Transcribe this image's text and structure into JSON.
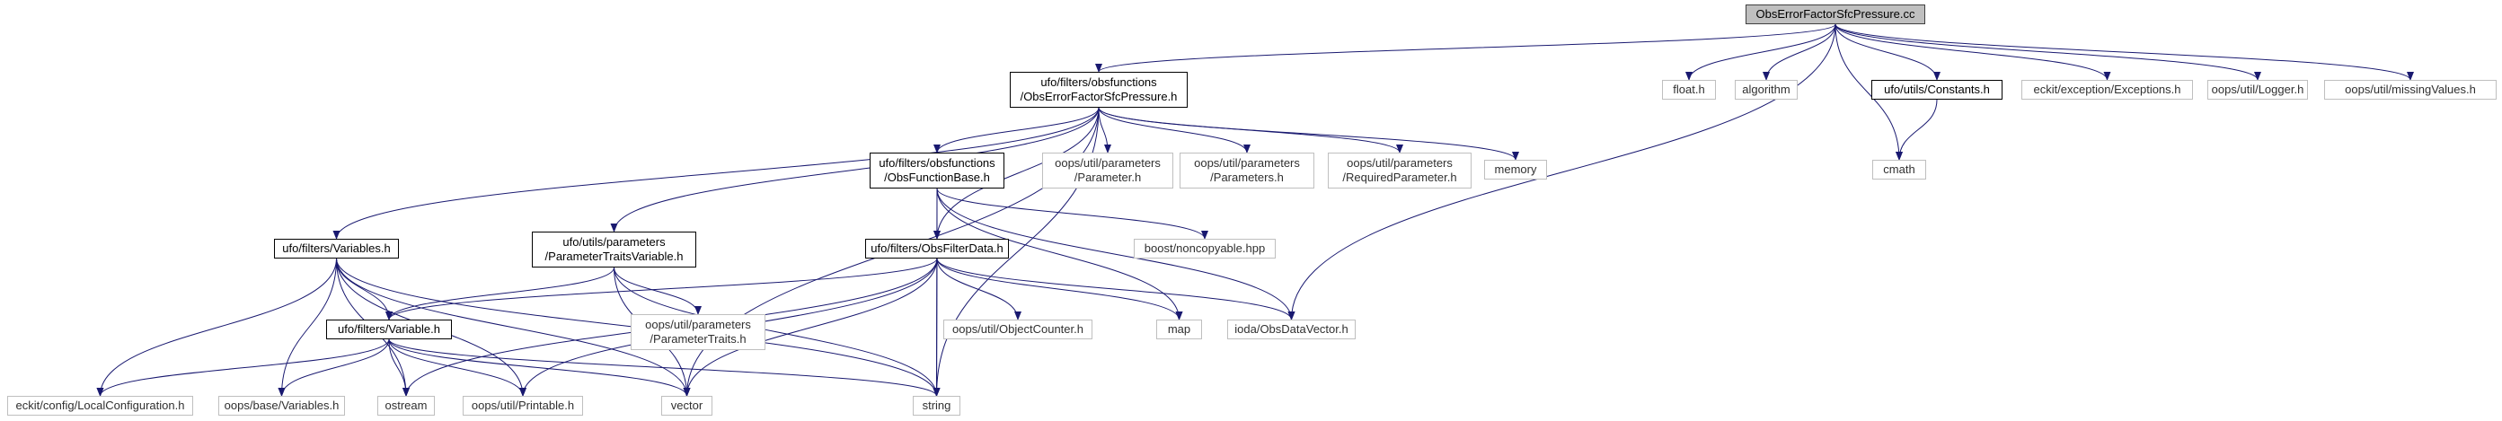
{
  "graph": {
    "edge_color": "#191970",
    "external_border": "#bfbfbf",
    "root_fill": "#bfbfbf",
    "nodes": [
      {
        "id": "root",
        "label": "ObsErrorFactorSfcPressure.cc",
        "kind": "root"
      },
      {
        "id": "obsfn",
        "label": "ufo/filters/obsfunctions\n/ObsErrorFactorSfcPressure.h",
        "kind": "doc"
      },
      {
        "id": "floath",
        "label": "float.h",
        "kind": "ext"
      },
      {
        "id": "algorithm",
        "label": "algorithm",
        "kind": "ext"
      },
      {
        "id": "constants",
        "label": "ufo/utils/Constants.h",
        "kind": "doc"
      },
      {
        "id": "exceptions",
        "label": "eckit/exception/Exceptions.h",
        "kind": "ext"
      },
      {
        "id": "logger",
        "label": "oops/util/Logger.h",
        "kind": "ext"
      },
      {
        "id": "missing",
        "label": "oops/util/missingValues.h",
        "kind": "ext"
      },
      {
        "id": "cmath",
        "label": "cmath",
        "kind": "ext"
      },
      {
        "id": "fnbase",
        "label": "ufo/filters/obsfunctions\n/ObsFunctionBase.h",
        "kind": "doc"
      },
      {
        "id": "parameter",
        "label": "oops/util/parameters\n/Parameter.h",
        "kind": "ext"
      },
      {
        "id": "parameters",
        "label": "oops/util/parameters\n/Parameters.h",
        "kind": "ext"
      },
      {
        "id": "reqparam",
        "label": "oops/util/parameters\n/RequiredParameter.h",
        "kind": "ext"
      },
      {
        "id": "memory",
        "label": "memory",
        "kind": "ext"
      },
      {
        "id": "noncopyable",
        "label": "boost/noncopyable.hpp",
        "kind": "ext"
      },
      {
        "id": "variablesh",
        "label": "ufo/filters/Variables.h",
        "kind": "doc"
      },
      {
        "id": "ptvar",
        "label": "ufo/utils/parameters\n/ParameterTraitsVariable.h",
        "kind": "doc"
      },
      {
        "id": "filterdata",
        "label": "ufo/filters/ObsFilterData.h",
        "kind": "doc"
      },
      {
        "id": "variableh",
        "label": "ufo/filters/Variable.h",
        "kind": "doc"
      },
      {
        "id": "ptraits",
        "label": "oops/util/parameters\n/ParameterTraits.h",
        "kind": "ext"
      },
      {
        "id": "objcounter",
        "label": "oops/util/ObjectCounter.h",
        "kind": "ext"
      },
      {
        "id": "map",
        "label": "map",
        "kind": "ext"
      },
      {
        "id": "obsdatavector",
        "label": "ioda/ObsDataVector.h",
        "kind": "ext"
      },
      {
        "id": "localconfig",
        "label": "eckit/config/LocalConfiguration.h",
        "kind": "ext"
      },
      {
        "id": "oopsvars",
        "label": "oops/base/Variables.h",
        "kind": "ext"
      },
      {
        "id": "ostream",
        "label": "ostream",
        "kind": "ext"
      },
      {
        "id": "printable",
        "label": "oops/util/Printable.h",
        "kind": "ext"
      },
      {
        "id": "vector",
        "label": "vector",
        "kind": "ext"
      },
      {
        "id": "string",
        "label": "string",
        "kind": "ext"
      }
    ],
    "edges": [
      [
        "root",
        "obsfn"
      ],
      [
        "root",
        "obsdatavector"
      ],
      [
        "root",
        "floath"
      ],
      [
        "root",
        "algorithm"
      ],
      [
        "root",
        "constants"
      ],
      [
        "root",
        "exceptions"
      ],
      [
        "root",
        "logger"
      ],
      [
        "root",
        "missing"
      ],
      [
        "root",
        "cmath"
      ],
      [
        "constants",
        "cmath"
      ],
      [
        "obsfn",
        "variablesh"
      ],
      [
        "obsfn",
        "ptvar"
      ],
      [
        "obsfn",
        "vector"
      ],
      [
        "obsfn",
        "fnbase"
      ],
      [
        "obsfn",
        "filterdata"
      ],
      [
        "obsfn",
        "parameter"
      ],
      [
        "obsfn",
        "parameters"
      ],
      [
        "obsfn",
        "reqparam"
      ],
      [
        "obsfn",
        "memory"
      ],
      [
        "obsfn",
        "string"
      ],
      [
        "fnbase",
        "filterdata"
      ],
      [
        "fnbase",
        "noncopyable"
      ],
      [
        "fnbase",
        "map"
      ],
      [
        "fnbase",
        "obsdatavector"
      ],
      [
        "fnbase",
        "string"
      ],
      [
        "variablesh",
        "variableh"
      ],
      [
        "variablesh",
        "localconfig"
      ],
      [
        "variablesh",
        "oopsvars"
      ],
      [
        "variablesh",
        "ostream"
      ],
      [
        "variablesh",
        "printable"
      ],
      [
        "variablesh",
        "vector"
      ],
      [
        "variablesh",
        "string"
      ],
      [
        "ptvar",
        "variableh"
      ],
      [
        "ptvar",
        "ptraits"
      ],
      [
        "ptvar",
        "vector"
      ],
      [
        "ptvar",
        "string"
      ],
      [
        "filterdata",
        "variableh"
      ],
      [
        "filterdata",
        "objcounter"
      ],
      [
        "filterdata",
        "map"
      ],
      [
        "filterdata",
        "obsdatavector"
      ],
      [
        "filterdata",
        "ostream"
      ],
      [
        "filterdata",
        "printable"
      ],
      [
        "filterdata",
        "vector"
      ],
      [
        "filterdata",
        "string"
      ],
      [
        "variableh",
        "localconfig"
      ],
      [
        "variableh",
        "oopsvars"
      ],
      [
        "variableh",
        "ostream"
      ],
      [
        "variableh",
        "printable"
      ],
      [
        "variableh",
        "vector"
      ],
      [
        "variableh",
        "string"
      ]
    ]
  }
}
